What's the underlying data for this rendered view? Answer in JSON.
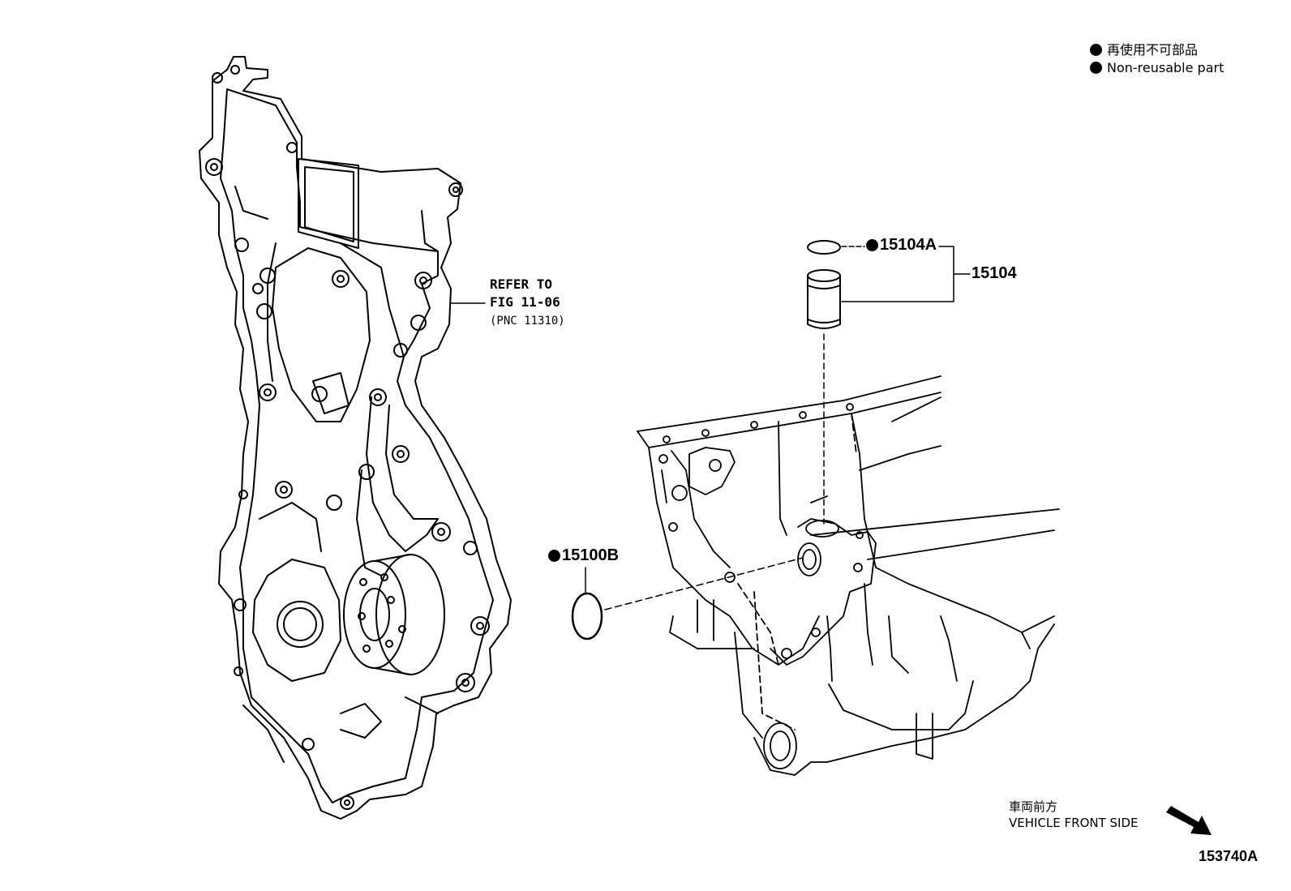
{
  "legend": {
    "jp": "再使用不可部品",
    "en": "Non-reusable part"
  },
  "refer": {
    "line1": "REFER TO",
    "line2": "FIG 11-06",
    "line3": "(PNC 11310)"
  },
  "parts": {
    "o_ring_top": "15104A",
    "strainer_assy": "15104",
    "o_ring_side": "15100B"
  },
  "direction": {
    "jp": "車両前方",
    "en": "VEHICLE FRONT SIDE"
  },
  "figure_id": "153740A",
  "icons": [
    "bullet-dot-icon",
    "front-direction-arrow-icon"
  ]
}
